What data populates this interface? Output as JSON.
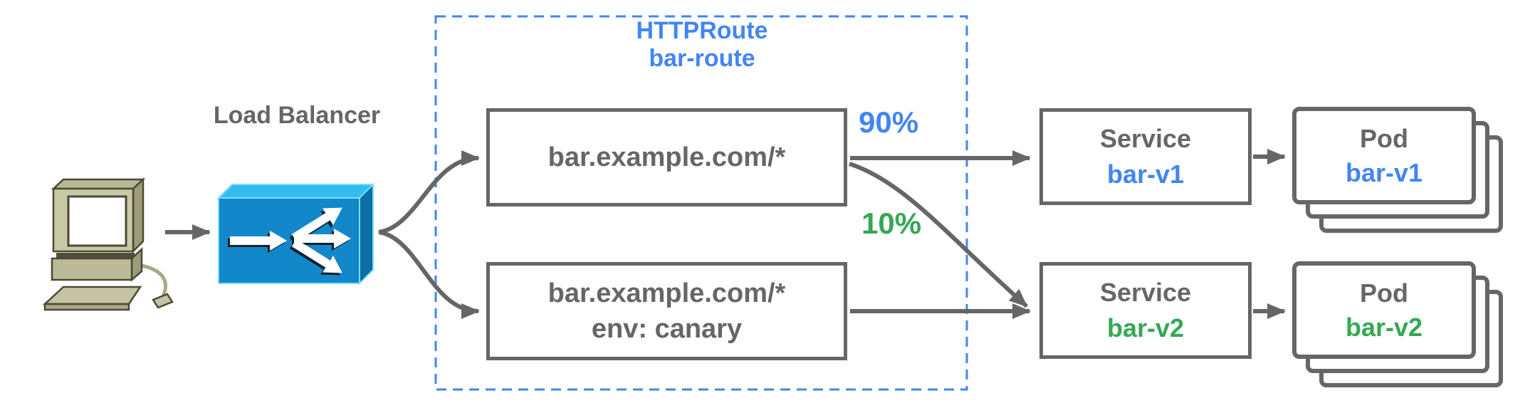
{
  "diagram": {
    "load_balancer": {
      "label": "Load Balancer"
    },
    "httproute": {
      "kind": "HTTPRoute",
      "name": "bar-route"
    },
    "route_rules": [
      {
        "line1": "bar.example.com/*"
      },
      {
        "line1": "bar.example.com/*",
        "line2": "env: canary"
      }
    ],
    "traffic_weights": [
      {
        "label": "90%",
        "color": "#4285f4"
      },
      {
        "label": "10%",
        "color": "#34a853"
      }
    ],
    "services": [
      {
        "kind": "Service",
        "name": "bar-v1",
        "name_color": "#4285f4"
      },
      {
        "kind": "Service",
        "name": "bar-v2",
        "name_color": "#34a853"
      }
    ],
    "pods": [
      {
        "kind": "Pod",
        "name": "bar-v1",
        "name_color": "#4285f4"
      },
      {
        "kind": "Pod",
        "name": "bar-v2",
        "name_color": "#34a853"
      }
    ],
    "colors": {
      "connector": "#666666",
      "box_border": "#666666",
      "text_gray": "#666666",
      "blue": "#4285f4",
      "green": "#34a853",
      "lb_front": "#1287ca",
      "lb_top": "#35bbf0",
      "lb_side": "#0a6fa3",
      "client_body": "#c6c6a4"
    }
  }
}
